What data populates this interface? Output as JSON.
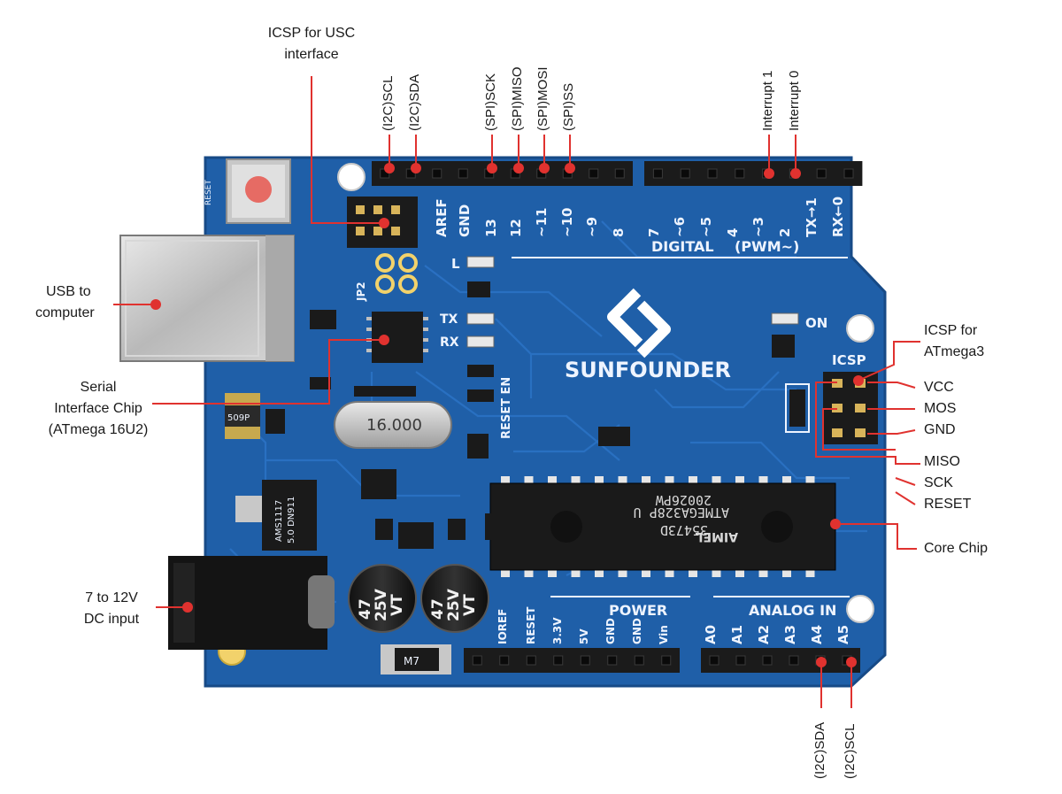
{
  "board": {
    "brand": "SUNFOUNDER",
    "reset_silk": "RESET",
    "digital_pins": [
      "AREF",
      "GND",
      "13",
      "12",
      "~11",
      "~10",
      "~9",
      "8",
      "7",
      "~6",
      "~5",
      "4",
      "~3",
      "2",
      "TX→1",
      "RX←0"
    ],
    "digital_title": "DIGITAL",
    "pwm_title": "(PWM~)",
    "power_title": "POWER",
    "analog_title": "ANALOG  IN",
    "power_pins": [
      "IOREF",
      "RESET",
      "3.3V",
      "5V",
      "GND",
      "GND",
      "Vin"
    ],
    "analog_pins": [
      "A0",
      "A1",
      "A2",
      "A3",
      "A4",
      "A5"
    ],
    "led_labels": {
      "l": "L",
      "tx": "TX",
      "rx": "RX",
      "on": "ON"
    },
    "icsp_silk": "ICSP",
    "jp2": "JP2",
    "reset_en": "RESET EN",
    "crystal": "16.000",
    "chip_lines": [
      "ATMEGA328P U",
      "35473D",
      "20026PW",
      "AIMEL"
    ],
    "cap_text": [
      "47",
      "25V",
      "VT"
    ],
    "reg_text": [
      "AMS1117",
      "5.0 DN911"
    ],
    "fuse": "509P",
    "diode": "M7"
  },
  "annotations": {
    "icsp_usc": [
      "ICSP for USC",
      "interface"
    ],
    "top_left": [
      "(I2C)SCL",
      "(I2C)SDA"
    ],
    "top_spi": [
      "(SPI)SCK",
      "(SPI)MISO",
      "(SPI)MOSI",
      "(SPI)SS"
    ],
    "top_int": [
      "Interrupt 1",
      "Interrupt 0"
    ],
    "usb": [
      "USB to",
      "computer"
    ],
    "serial_chip": [
      "Serial",
      "Interface Chip",
      "(ATmega 16U2)"
    ],
    "dc_input": [
      "7 to 12V",
      "DC input"
    ],
    "icsp_mega": [
      "ICSP for",
      "ATmega3"
    ],
    "icsp_pins_a": [
      "VCC",
      "MOS",
      "GND"
    ],
    "icsp_pins_b": [
      "MISO",
      "SCK",
      "RESET"
    ],
    "core_chip": "Core Chip",
    "bottom": [
      "(I2C)SDA",
      "(I2C)SCL"
    ]
  },
  "colors": {
    "board": "#1f5fa8",
    "board_dark": "#174a86",
    "trace": "#2a6fbf",
    "header": "#1b1b1b",
    "annotation_line": "#e0322f",
    "silk": "#eef4ff"
  }
}
